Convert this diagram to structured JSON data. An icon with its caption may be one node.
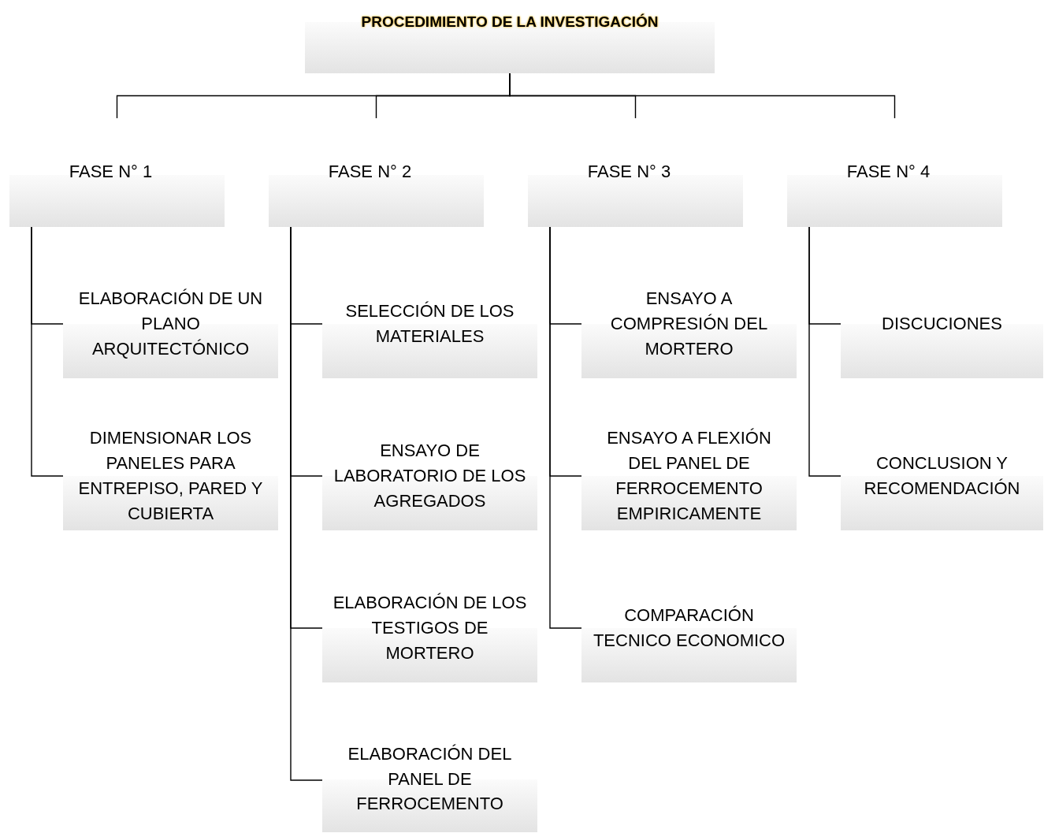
{
  "diagram": {
    "nodes": [
      {
        "text": [
          "PROCEDIMIENTO DE LA INVESTIGACIÓN"
        ]
      },
      {
        "text": [
          "FASE N° 1"
        ]
      },
      {
        "text": [
          "FASE N° 2"
        ]
      },
      {
        "text": [
          "FASE N° 3"
        ]
      },
      {
        "text": [
          "FASE N° 4"
        ]
      },
      {
        "text": [
          "ELABORACIÓN DE UN PLANO ARQUITECTÓNICO"
        ]
      },
      {
        "text": [
          "DIMENSIONAR LOS PANELES PARA ENTREPISO, PARED Y CUBIERTA"
        ]
      },
      {
        "text": [
          "SELECCIÓN DE LOS MATERIALES"
        ]
      },
      {
        "text": [
          "ENSAYO DE LABORATORIO DE LOS AGREGADOS"
        ]
      },
      {
        "text": [
          "ELABORACIÓN DE LOS TESTIGOS DE MORTERO"
        ]
      },
      {
        "text": [
          "ELABORACIÓN DEL PANEL DE FERROCEMENTO"
        ]
      },
      {
        "text": [
          "ENSAYO A COMPRESIÓN DEL MORTERO"
        ]
      },
      {
        "text": [
          "ENSAYO A FLEXIÓN DEL PANEL DE FERROCEMENTO EMPIRICAMENTE"
        ]
      },
      {
        "text": [
          "COMPARACIÓN TECNICO ECONOMICO"
        ]
      },
      {
        "text": [
          "DISCUCIONES"
        ]
      },
      {
        "text": [
          "CONCLUSION Y RECOMENDACIÓN"
        ]
      }
    ],
    "edges": [
      {
        "from": 0,
        "to": 1,
        "arrow": "none"
      },
      {
        "from": 0,
        "to": 2,
        "arrow": "none"
      },
      {
        "from": 0,
        "to": 3,
        "arrow": "none"
      },
      {
        "from": 0,
        "to": 4,
        "arrow": "none"
      },
      {
        "from": 1,
        "to": 5,
        "arrow": "none"
      },
      {
        "from": 1,
        "to": 6,
        "arrow": "none"
      },
      {
        "from": 2,
        "to": 7,
        "arrow": "none"
      },
      {
        "from": 2,
        "to": 8,
        "arrow": "none"
      },
      {
        "from": 2,
        "to": 9,
        "arrow": "none"
      },
      {
        "from": 2,
        "to": 10,
        "arrow": "none"
      },
      {
        "from": 3,
        "to": 11,
        "arrow": "none"
      },
      {
        "from": 3,
        "to": 12,
        "arrow": "none"
      },
      {
        "from": 3,
        "to": 13,
        "arrow": "none"
      },
      {
        "from": 4,
        "to": 14,
        "arrow": "none"
      },
      {
        "from": 4,
        "to": 15,
        "arrow": "none"
      }
    ]
  }
}
